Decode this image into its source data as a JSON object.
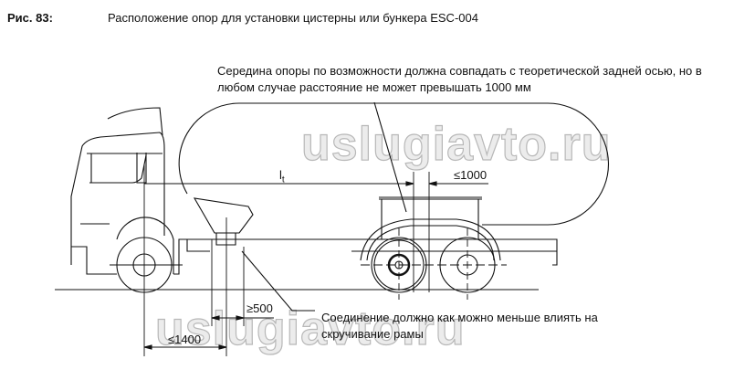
{
  "figure": {
    "label": "Рис. 83:",
    "title": "Расположение опор для установки цистерны или бункера ESC-004"
  },
  "notes": {
    "support_center": [
      "Середина опоры по возможности должна совпадать с теоретической задней осью, но в",
      "любом случае расстояние не может превышать 1000 мм"
    ],
    "connection": [
      "Соединение должно как можно меньше влиять на",
      "скручивание рамы"
    ]
  },
  "dimensions": {
    "lt_main": "l",
    "lt_sub": "t",
    "rear_offset": "≤1000",
    "front_gap": "≥500",
    "front_distance": "≤1400"
  },
  "watermark": "uslugiavto.ru"
}
